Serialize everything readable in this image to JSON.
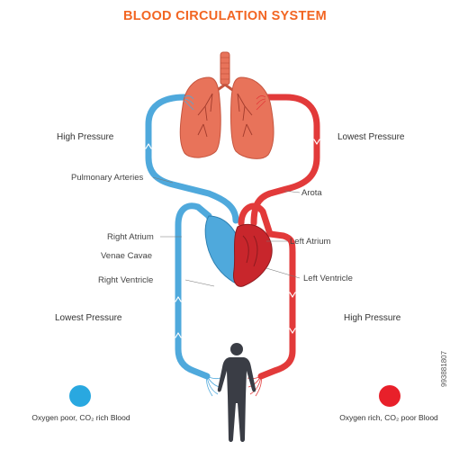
{
  "title": "BLOOD CIRCULATION SYSTEM",
  "labels": {
    "high_pressure_left": "High Pressure",
    "lowest_pressure_right": "Lowest Pressure",
    "pulmonary_arteries": "Pulmonary Arteries",
    "arota": "Arota",
    "right_atrium": "Right Atrium",
    "left_atrium": "Left Atrium",
    "venae_cavae": "Venae Cavae",
    "right_ventricle": "Right Ventricle",
    "left_ventricle": "Left Ventricle",
    "lowest_pressure_left": "Lowest Pressure",
    "high_pressure_right": "High Pressure"
  },
  "legend": {
    "blue": {
      "text": "Oxygen poor, CO₂ rich Blood",
      "color": "#29a8e0"
    },
    "red": {
      "text": "Oxygen rich, CO₂ poor Blood",
      "color": "#e8202a"
    }
  },
  "stock_id": "993881807",
  "colors": {
    "title": "#f26522",
    "oxygen_poor": "#29a8e0",
    "oxygen_rich": "#e8202a",
    "lungs": "#e8735a",
    "heart": "#c8262c",
    "body": "#3a3d45"
  }
}
